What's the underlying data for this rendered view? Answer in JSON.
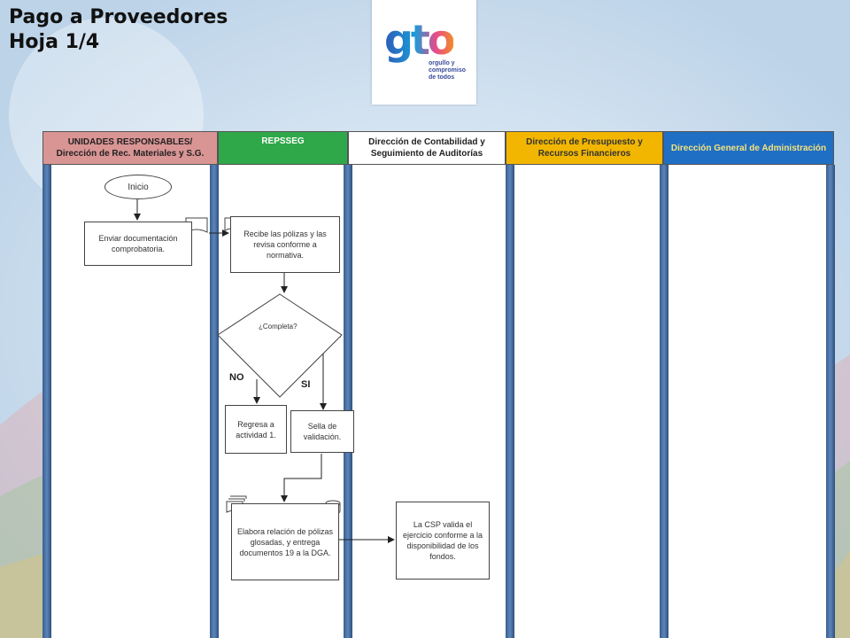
{
  "title": {
    "line1": "Pago a Proveedores",
    "line2": "Hoja 1/4"
  },
  "logo": {
    "word": "gto",
    "tag_line1": "orgullo y",
    "tag_line2": "compromiso",
    "tag_line3": "de todos"
  },
  "lanes": [
    {
      "label": "UNIDADES RESPONSABLES/ Dirección de Rec. Materiales y S.G.",
      "color": "#d99594"
    },
    {
      "label": "REPSSEG",
      "color": "#33aa44"
    },
    {
      "label": "Dirección de Contabilidad y Seguimiento de Auditorías",
      "color": "#ffffff"
    },
    {
      "label": "Dirección de Presupuesto y Recursos Financieros",
      "color": "#f0b400"
    },
    {
      "label": "Dirección General de Administración",
      "color": "#1f6fc5"
    }
  ],
  "nodes": {
    "inicio": "Inicio",
    "enviar": "Enviar documentación comprobatoria.",
    "recibe": "Recibe las pólizas y las revisa conforme a normativa.",
    "completa": "¿Completa?",
    "regresa": "Regresa a actividad 1.",
    "sella": "Sella de validación.",
    "elabora": "Elabora relación de pólizas glosadas, y entrega documentos 19 a la DGA.",
    "csp": "La CSP valida el ejercicio conforme a la disponibilidad de los fondos."
  },
  "branches": {
    "no": "NO",
    "si": "SI"
  }
}
